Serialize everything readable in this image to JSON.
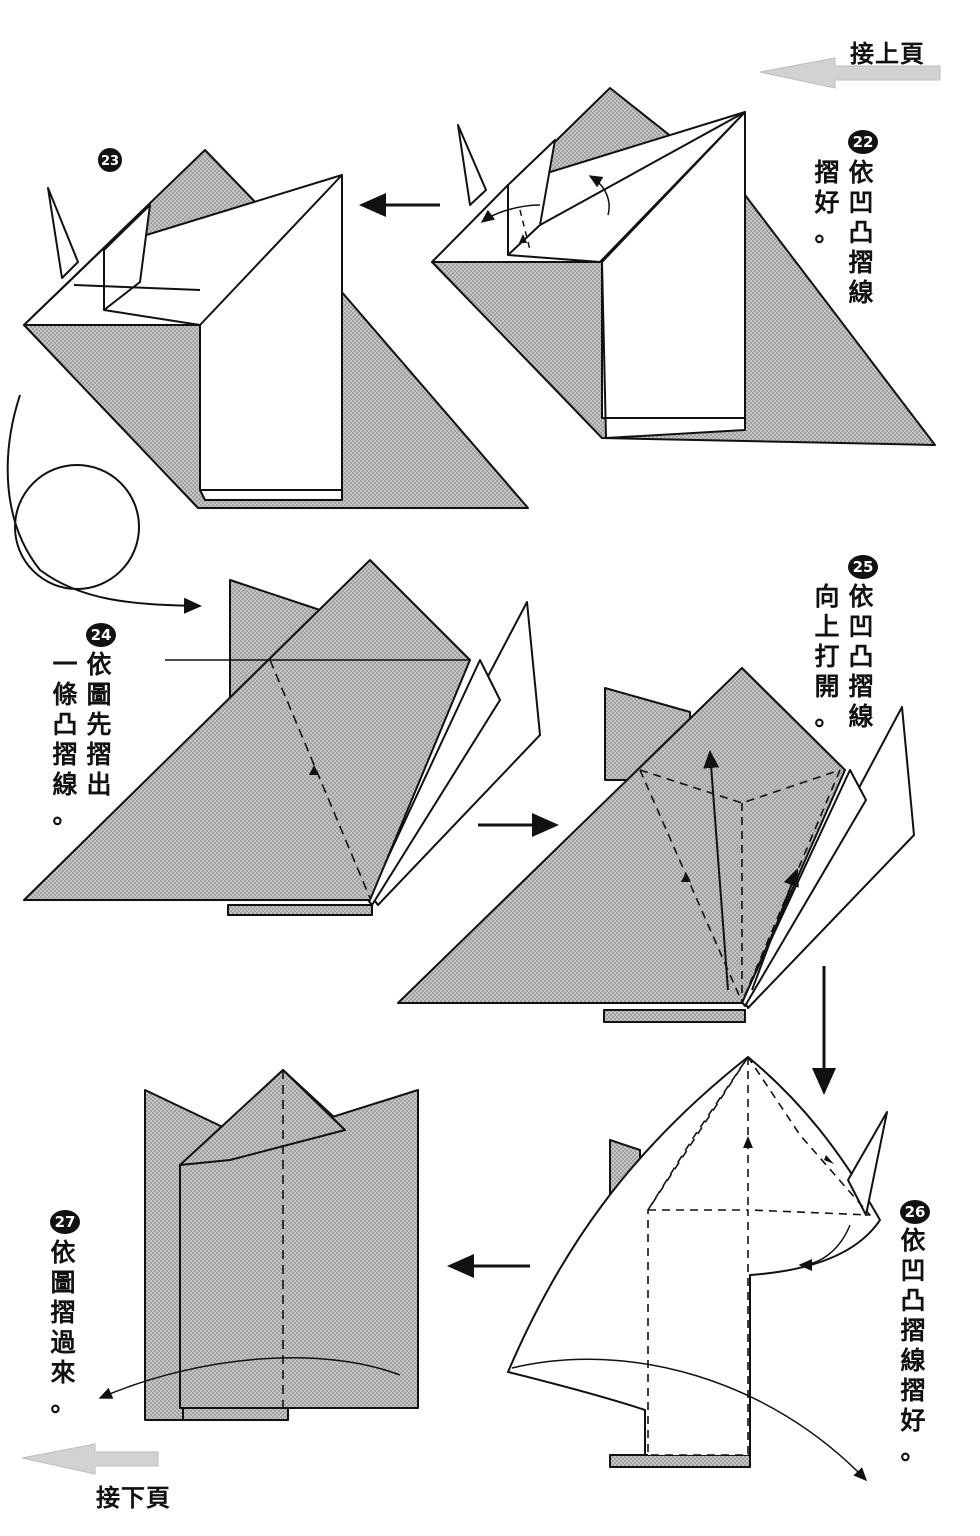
{
  "nav": {
    "previous_page": "接上頁",
    "next_page": "接下頁"
  },
  "steps": [
    {
      "number": "22",
      "lines": [
        "依凹凸摺線",
        "摺好。"
      ]
    },
    {
      "number": "23",
      "lines": []
    },
    {
      "number": "24",
      "lines": [
        "依圖先摺出",
        "一條凸摺線。"
      ]
    },
    {
      "number": "25",
      "lines": [
        "依凹凸摺線",
        "向上打開。"
      ]
    },
    {
      "number": "26",
      "lines": [
        "依凹凸摺線摺好。"
      ]
    },
    {
      "number": "27",
      "lines": [
        "依圖摺過來。"
      ]
    }
  ],
  "colors": {
    "ink": "#111111",
    "paper_shade": "#b8b8b8",
    "paper_white": "#ffffff",
    "nav_arrow": "#c8c8c8"
  }
}
